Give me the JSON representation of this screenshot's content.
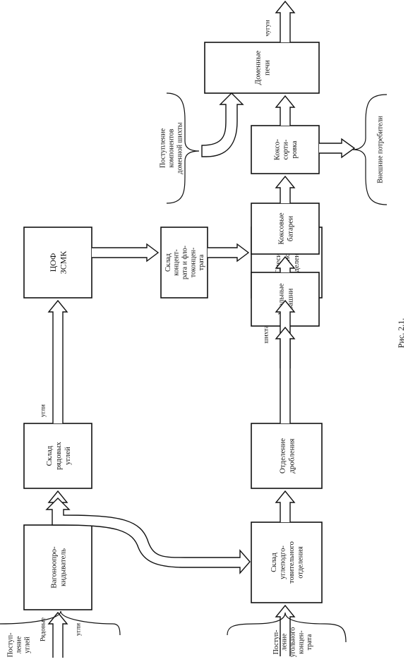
{
  "blocks": {
    "unloader": [
      "Вагоноопро-",
      "кидыватель"
    ],
    "ordinary_coal_store": [
      "Склад",
      "рядовых",
      "углей"
    ],
    "cof_zsmk": [
      "ЦОФ",
      "ЗСМК"
    ],
    "concentrate_store": [
      "Склад",
      "концент-",
      "рата и фло-",
      "токонцен-",
      "трата"
    ],
    "coal_prep_store": [
      "Склад",
      "углеподго-",
      "товительного",
      "отделения"
    ],
    "crushing": [
      "Отделение",
      "дробления"
    ],
    "mixing": [
      "Смеси-",
      "тельное",
      "отделение"
    ],
    "coal_towers": [
      "Угольные",
      "башни"
    ],
    "coke_batteries": [
      "Коксовые",
      "батареи"
    ],
    "coke_sorting": [
      "Коксо-",
      "сорти-",
      "ровка"
    ],
    "blast_furnaces": [
      "Доменные",
      "печи"
    ]
  },
  "labels": {
    "coal_supply": [
      "Поступ-",
      "ление",
      "углей"
    ],
    "ordinary_label": "Рядовые",
    "coal_word_unloader": "угли",
    "coal_word_store": "угли",
    "coal_supply_from_other": [
      "Поступ-",
      "ление",
      "угольного",
      "концен-",
      "трата"
    ],
    "charge": "шихта",
    "blast_components": [
      "Поступление",
      "компонентов",
      "доменной шихты"
    ],
    "external_consumers": "Внешние потребители",
    "cast_iron": "чугун",
    "figure_caption": "Рис. 2.1."
  }
}
